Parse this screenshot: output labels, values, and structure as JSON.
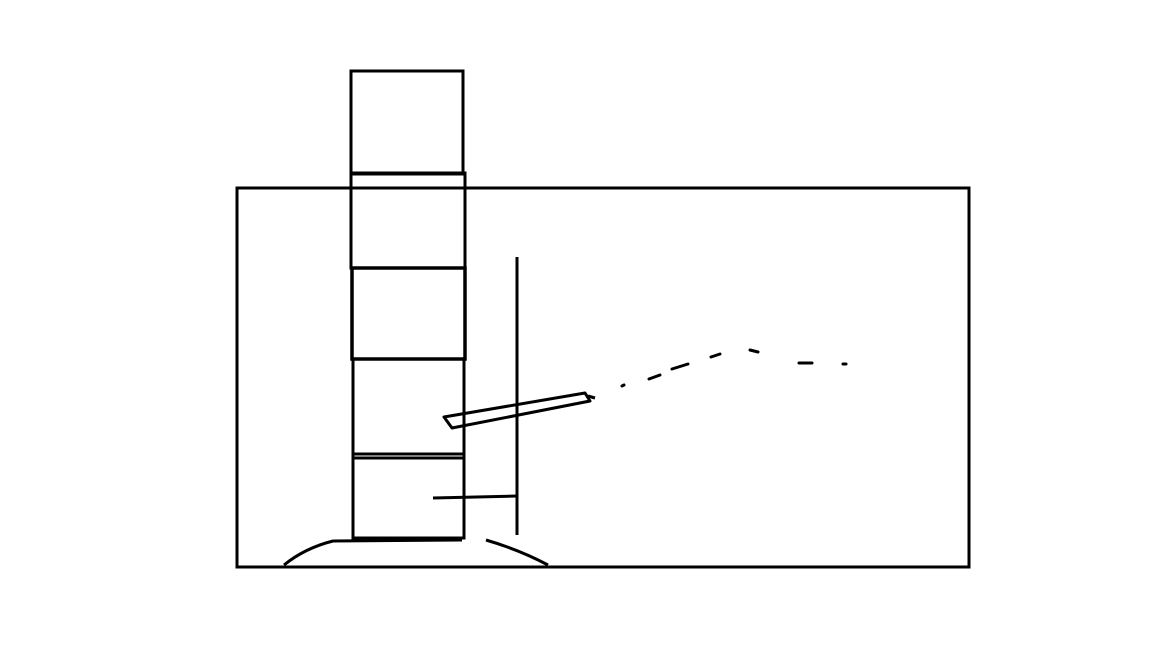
{
  "diagram": {
    "stroke_color": "#000000",
    "background_color": "#ffffff",
    "tower_segment_count": 5,
    "components": [
      "outer-tank",
      "stacked-column",
      "column-base-mound",
      "vertical-rod",
      "rod-bracket",
      "tilted-tube",
      "dashed-trajectory"
    ]
  }
}
